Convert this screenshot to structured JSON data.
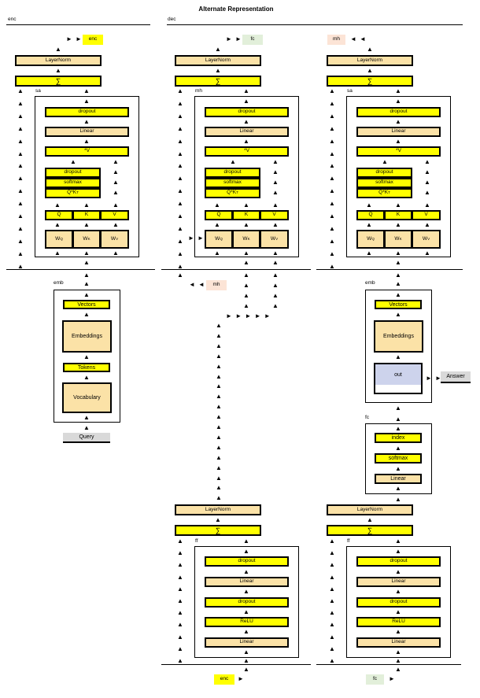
{
  "title": "Alternate Representation",
  "section_labels": {
    "enc": "enc",
    "dec": "dec"
  },
  "icons": {
    "up_arrow": "▲",
    "right_arrow": "►",
    "left_arrow": "◄"
  },
  "colors": {
    "yellow": "#FFFF00",
    "tan": "#FBE2A7",
    "chip_green": "#E2EFDA",
    "chip_pink": "#FCE4D6",
    "io_gray": "#D9D9D9",
    "out_lavender": "#CDD3EC",
    "border": "#000000"
  },
  "chips": {
    "enc": "enc",
    "fc": "fc",
    "mh": "mh"
  },
  "bars": {
    "layernorm": "LayerNorm",
    "sum": "∑"
  },
  "block_labels": {
    "sa": "sa",
    "mh": "mh",
    "ff": "ff",
    "emb": "emb",
    "fc": "fc"
  },
  "attn": {
    "dropout": "dropout",
    "linear": "Linear",
    "star_v": "*V",
    "softmax": "softmax",
    "qkt_base": "Q*K",
    "qkt_sup": "T",
    "q": "Q",
    "k": "K",
    "v": "V",
    "w_base": "W",
    "w_q_sub": "Q",
    "w_k_sub": "K",
    "w_v_sub": "V"
  },
  "ff": {
    "dropout": "dropout",
    "linear": "Linear",
    "relu": "ReLU"
  },
  "emb": {
    "vectors": "Vectors",
    "embeddings": "Embeddings",
    "tokens": "Tokens",
    "vocabulary": "Vocabulary",
    "out": "out"
  },
  "fc_block": {
    "index": "index",
    "softmax": "softmax",
    "linear": "Linear"
  },
  "io": {
    "query": "Query",
    "answer": "Answer"
  }
}
